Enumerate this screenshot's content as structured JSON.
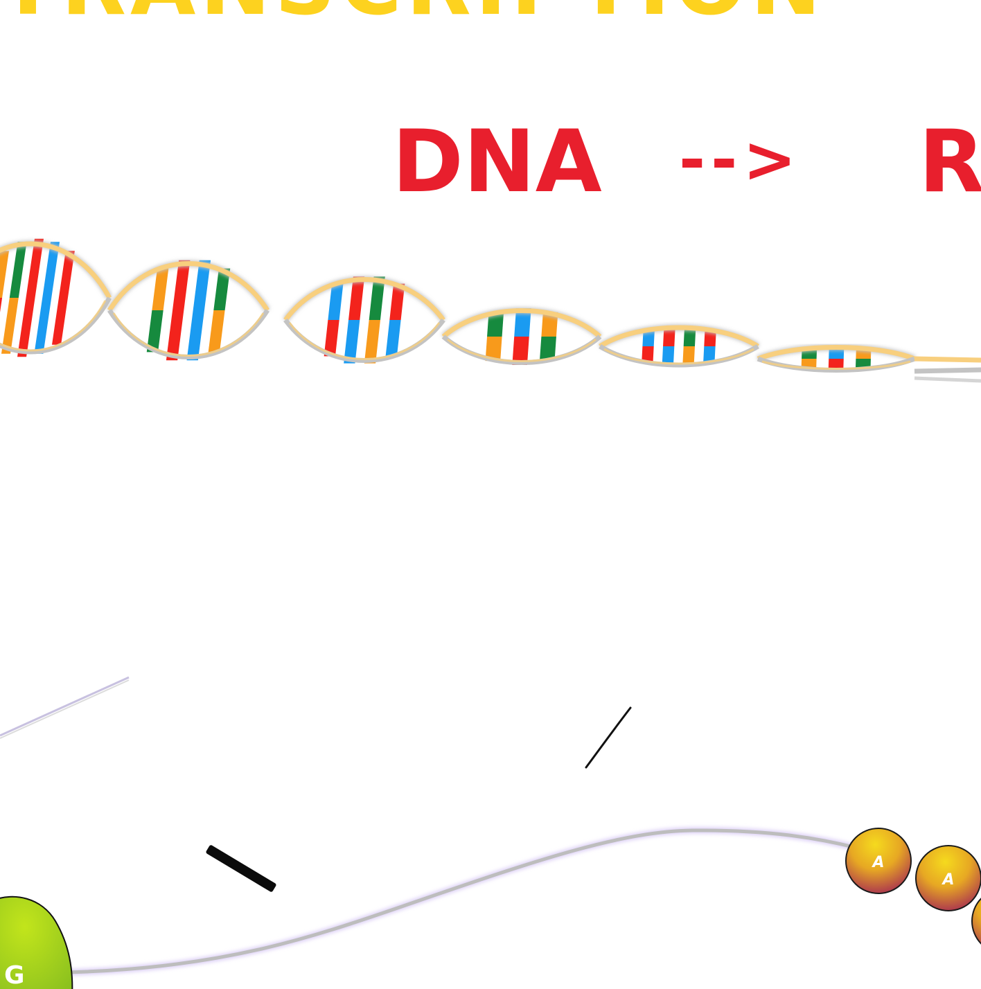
{
  "title": "TRANSCRIPTION",
  "flow": {
    "source": "DNA",
    "arrow": "-->",
    "target": "RNA"
  },
  "mrna": {
    "cap_label": "G",
    "tail_labels": [
      "A",
      "A"
    ]
  },
  "colors": {
    "title": "#fdd21f",
    "flow": "#e81f2d",
    "strand_gold": "#f8cf7e",
    "strand_gray": "#c3c3c3",
    "base_red": "#f3231c",
    "base_blue": "#1a9bf1",
    "base_green": "#168a3e",
    "base_orange": "#f89a1b",
    "cap_green": "#a9d61a",
    "bead_yellow": "#f2d31c",
    "bead_magenta": "#a41e55"
  }
}
